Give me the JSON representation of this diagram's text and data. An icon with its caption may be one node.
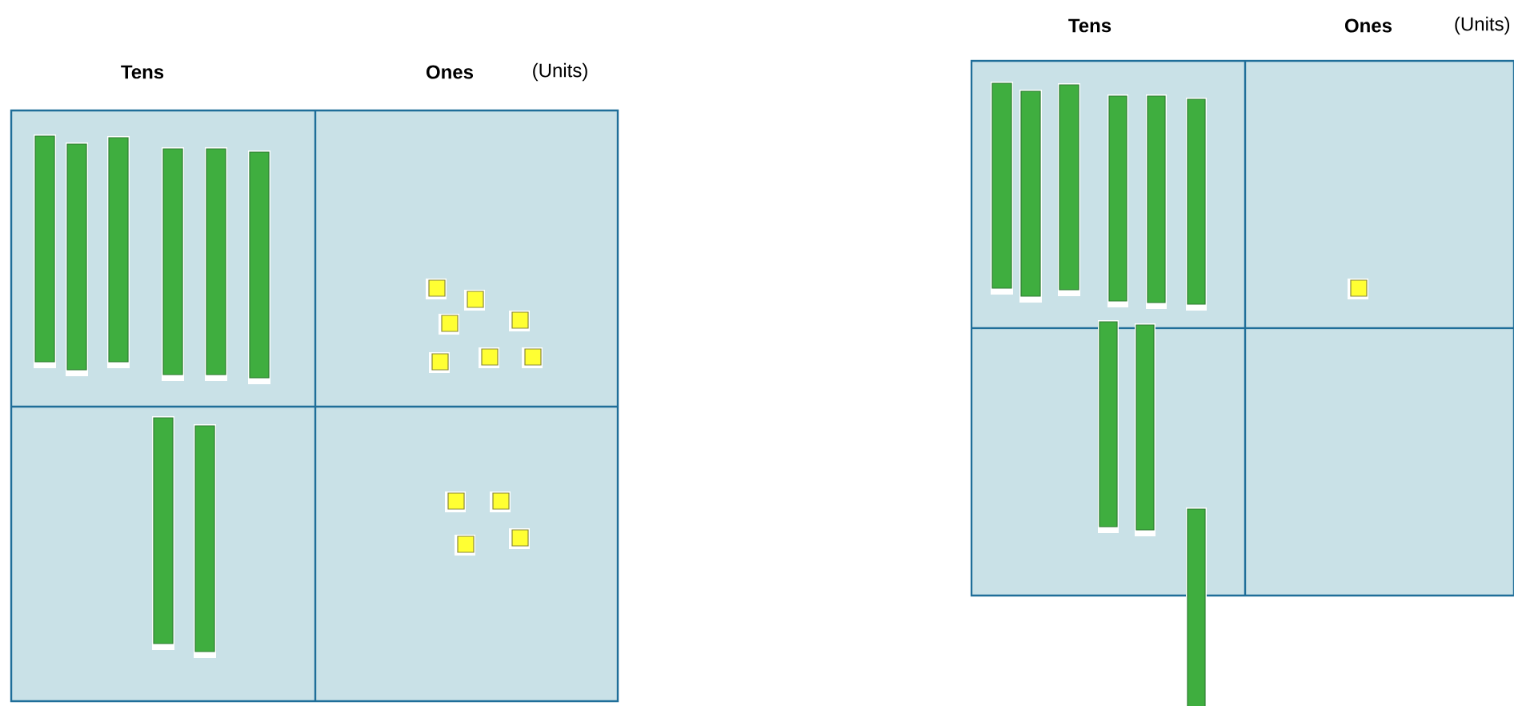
{
  "diagram": {
    "labels": [
      "Tens",
      "Ones",
      "(Units)",
      "Tens",
      "Ones",
      "(Units)"
    ]
  }
}
